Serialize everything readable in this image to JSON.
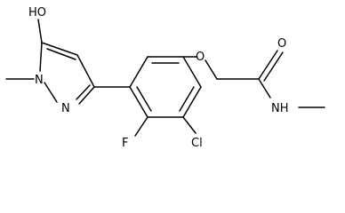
{
  "atoms": {
    "hydroxyl": "HO",
    "ring_nitrogen_methyl": "N",
    "ring_nitrogen_double": "N",
    "ether_oxygen": "O",
    "carbonyl_oxygen": "O",
    "amide_nh": "NH",
    "fluorine": "F",
    "chlorine": "Cl"
  }
}
